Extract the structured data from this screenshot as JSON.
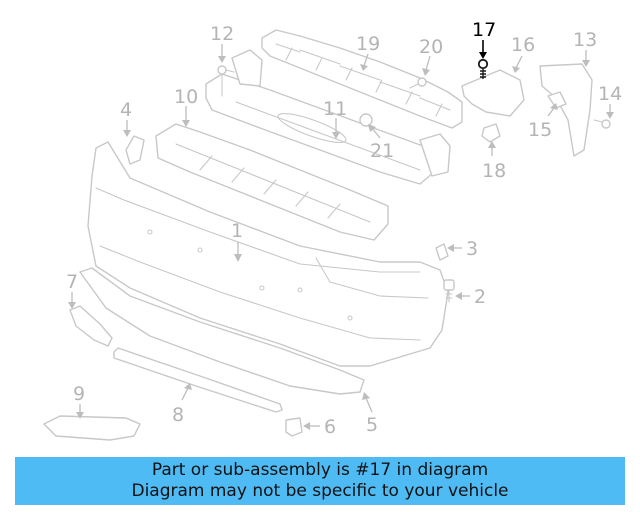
{
  "callouts": {
    "c1": "1",
    "c2": "2",
    "c3": "3",
    "c4": "4",
    "c5": "5",
    "c6": "6",
    "c7": "7",
    "c8": "8",
    "c9": "9",
    "c10": "10",
    "c11": "11",
    "c12": "12",
    "c13": "13",
    "c14": "14",
    "c15": "15",
    "c16": "16",
    "c17": "17",
    "c18": "18",
    "c19": "19",
    "c20": "20",
    "c21": "21"
  },
  "highlighted_part": "17",
  "colors": {
    "banner": "#4fbbf4",
    "parts": "#c8c8c8",
    "callout_text": "#b4b4b4",
    "highlight": "#000000"
  },
  "banner": {
    "line1": "Part or sub-assembly is #17 in diagram",
    "line2": "Diagram may not be specific to your vehicle"
  }
}
